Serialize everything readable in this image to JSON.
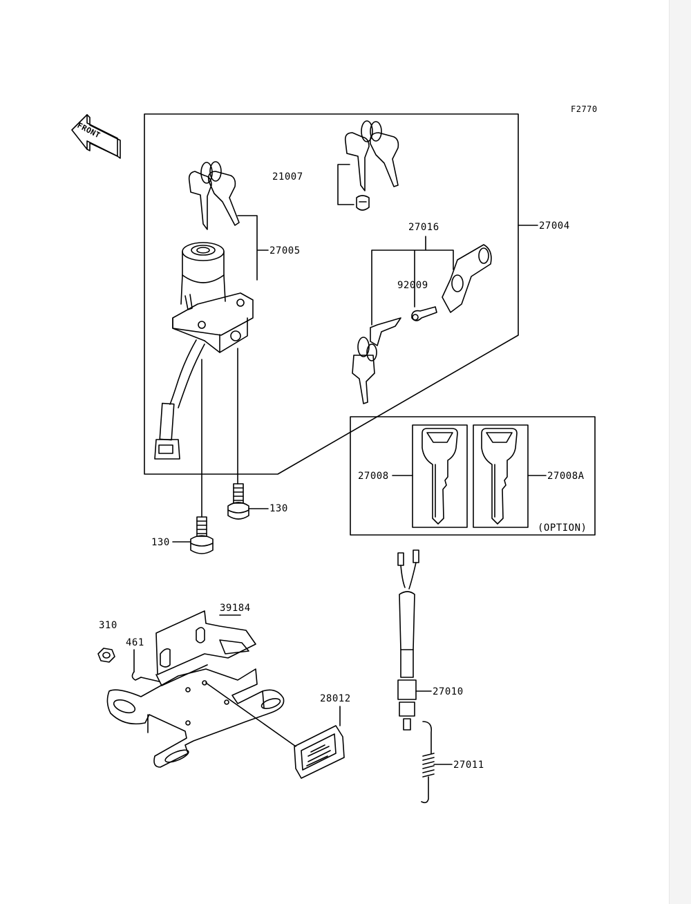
{
  "figure_code": "F2770",
  "front_label": "FRONT",
  "option_label": "(OPTION)",
  "parts": {
    "p21007": "21007",
    "p27004": "27004",
    "p27005": "27005",
    "p27016": "27016",
    "p92009": "92009",
    "p27008": "27008",
    "p27008A": "27008A",
    "p130a": "130",
    "p130b": "130",
    "p39184": "39184",
    "p310": "310",
    "p461": "461",
    "p28012": "28012",
    "p27010": "27010",
    "p27011": "27011"
  }
}
